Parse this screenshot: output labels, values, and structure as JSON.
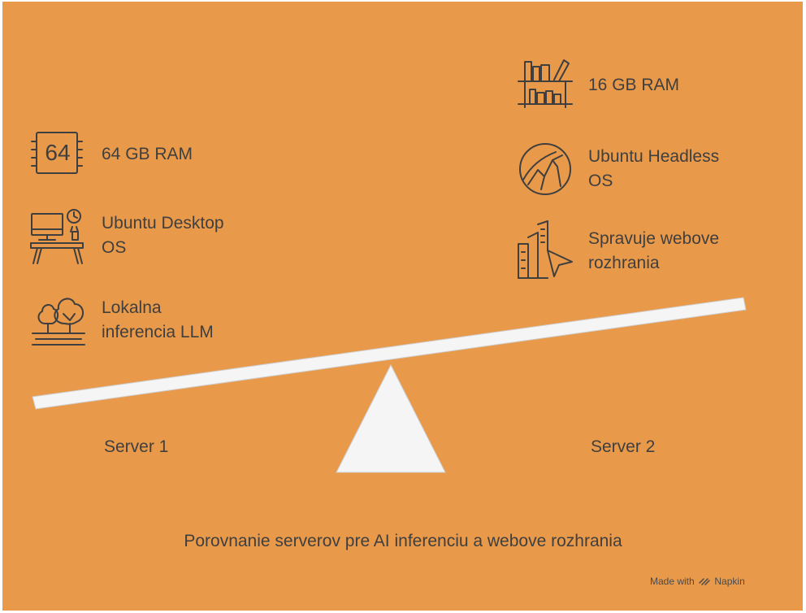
{
  "diagram": {
    "caption": "Porovnanie serverov pre AI inferenciu a webove rozhrania",
    "watermark": {
      "made_with": "Made with",
      "brand": "Napkin"
    },
    "colors": {
      "background": "#E9994A",
      "beam": "#F5F5F5",
      "text": "#3F3F3F"
    },
    "left": {
      "label": "Server 1",
      "items": [
        {
          "icon": "chip-64-icon",
          "chip_text": "64",
          "text": "64 GB RAM"
        },
        {
          "icon": "desktop-workstation-icon",
          "text": "Ubuntu Desktop\nOS"
        },
        {
          "icon": "trees-landscape-icon",
          "text": "Lokalna\ninferencia LLM"
        }
      ]
    },
    "right": {
      "label": "Server 2",
      "items": [
        {
          "icon": "bookshelf-icon",
          "text": "16 GB RAM"
        },
        {
          "icon": "mountain-circle-icon",
          "text": "Ubuntu Headless\nOS"
        },
        {
          "icon": "buildings-cursor-icon",
          "text": "Spravuje webove\nrozhrania"
        }
      ]
    }
  }
}
